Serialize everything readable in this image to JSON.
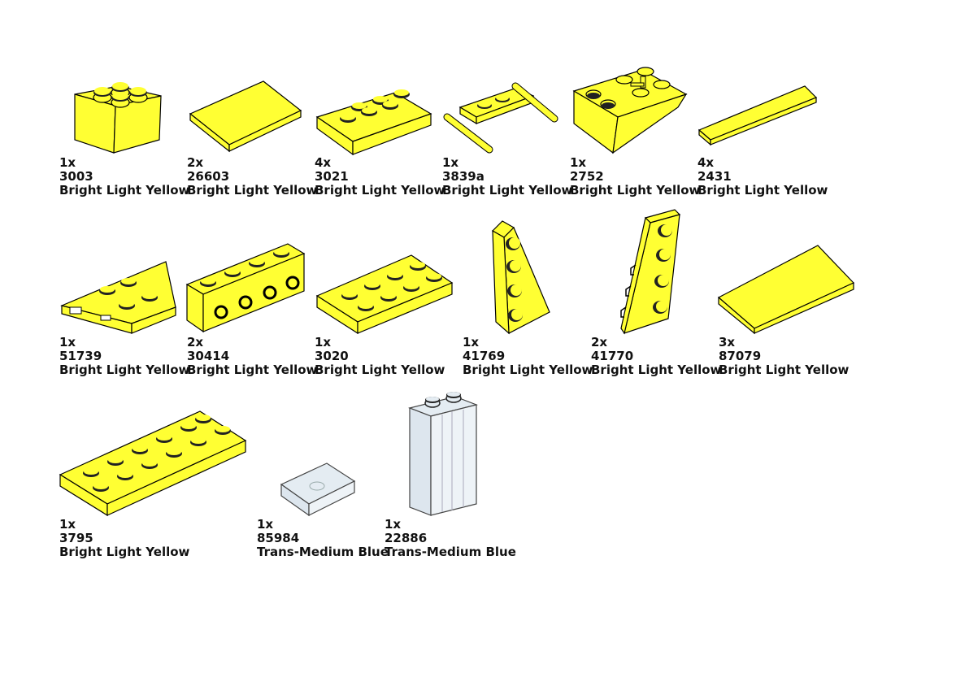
{
  "parts": [
    {
      "qty": "1x",
      "part": "3003",
      "color": "Bright Light Yellow",
      "icon": "brick-2x2-icon"
    },
    {
      "qty": "2x",
      "part": "26603",
      "color": "Bright Light Yellow",
      "icon": "tile-2x3-icon"
    },
    {
      "qty": "4x",
      "part": "3021",
      "color": "Bright Light Yellow",
      "icon": "plate-2x3-icon"
    },
    {
      "qty": "1x",
      "part": "3839a",
      "color": "Bright Light Yellow",
      "icon": "plate-with-handles-icon"
    },
    {
      "qty": "1x",
      "part": "2752",
      "color": "Bright Light Yellow",
      "icon": "slope-inverted-brick-icon"
    },
    {
      "qty": "4x",
      "part": "2431",
      "color": "Bright Light Yellow",
      "icon": "tile-1x4-icon"
    },
    {
      "qty": "1x",
      "part": "51739",
      "color": "Bright Light Yellow",
      "icon": "wedge-plate-2x4-icon"
    },
    {
      "qty": "2x",
      "part": "30414",
      "color": "Bright Light Yellow",
      "icon": "brick-1x4-studs-side-icon"
    },
    {
      "qty": "1x",
      "part": "3020",
      "color": "Bright Light Yellow",
      "icon": "plate-2x4-icon"
    },
    {
      "qty": "1x",
      "part": "41769",
      "color": "Bright Light Yellow",
      "icon": "wedge-plate-right-icon"
    },
    {
      "qty": "2x",
      "part": "41770",
      "color": "Bright Light Yellow",
      "icon": "wedge-plate-left-icon"
    },
    {
      "qty": "3x",
      "part": "87079",
      "color": "Bright Light Yellow",
      "icon": "tile-2x4-icon"
    },
    {
      "qty": "1x",
      "part": "3795",
      "color": "Bright Light Yellow",
      "icon": "plate-2x6-icon"
    },
    {
      "qty": "1x",
      "part": "85984",
      "color": "Trans-Medium Blue",
      "icon": "slope-1x2-icon"
    },
    {
      "qty": "1x",
      "part": "22886",
      "color": "Trans-Medium Blue",
      "icon": "brick-1x2x3-icon"
    }
  ],
  "colors": {
    "yellow": "#ffff33",
    "trans": "#e4ecf2",
    "outline": "#000000"
  }
}
